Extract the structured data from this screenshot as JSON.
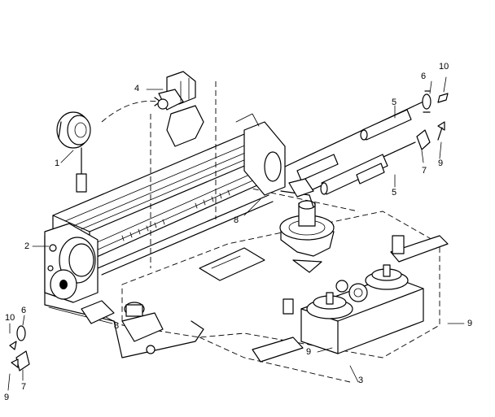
{
  "callouts": [
    {
      "id": "c1",
      "text": "1"
    },
    {
      "id": "c2",
      "text": "2"
    },
    {
      "id": "c3",
      "text": "3"
    },
    {
      "id": "c4",
      "text": "4"
    },
    {
      "id": "c5a",
      "text": "5"
    },
    {
      "id": "c5b",
      "text": "5"
    },
    {
      "id": "c6a",
      "text": "6"
    },
    {
      "id": "c6b",
      "text": "6"
    },
    {
      "id": "c7a",
      "text": "7"
    },
    {
      "id": "c7b",
      "text": "7"
    },
    {
      "id": "c8a",
      "text": "8"
    },
    {
      "id": "c8b",
      "text": "8"
    },
    {
      "id": "c9a",
      "text": "9"
    },
    {
      "id": "c9b",
      "text": "9"
    },
    {
      "id": "c9c",
      "text": "9"
    },
    {
      "id": "c9d",
      "text": "9"
    },
    {
      "id": "c10a",
      "text": "10"
    },
    {
      "id": "c10b",
      "text": "10"
    }
  ]
}
